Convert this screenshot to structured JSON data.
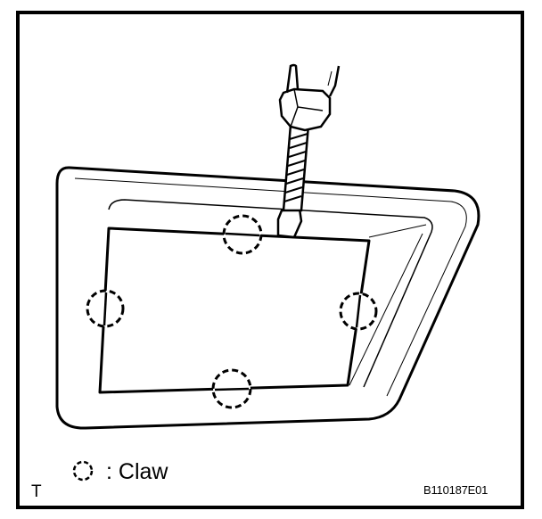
{
  "legend": {
    "symbol_icon": "dashed-circle-icon",
    "label": ": Claw"
  },
  "corner_mark": "T",
  "figure_code": "B110187E01",
  "colors": {
    "ink": "#000000",
    "paper": "#ffffff"
  }
}
